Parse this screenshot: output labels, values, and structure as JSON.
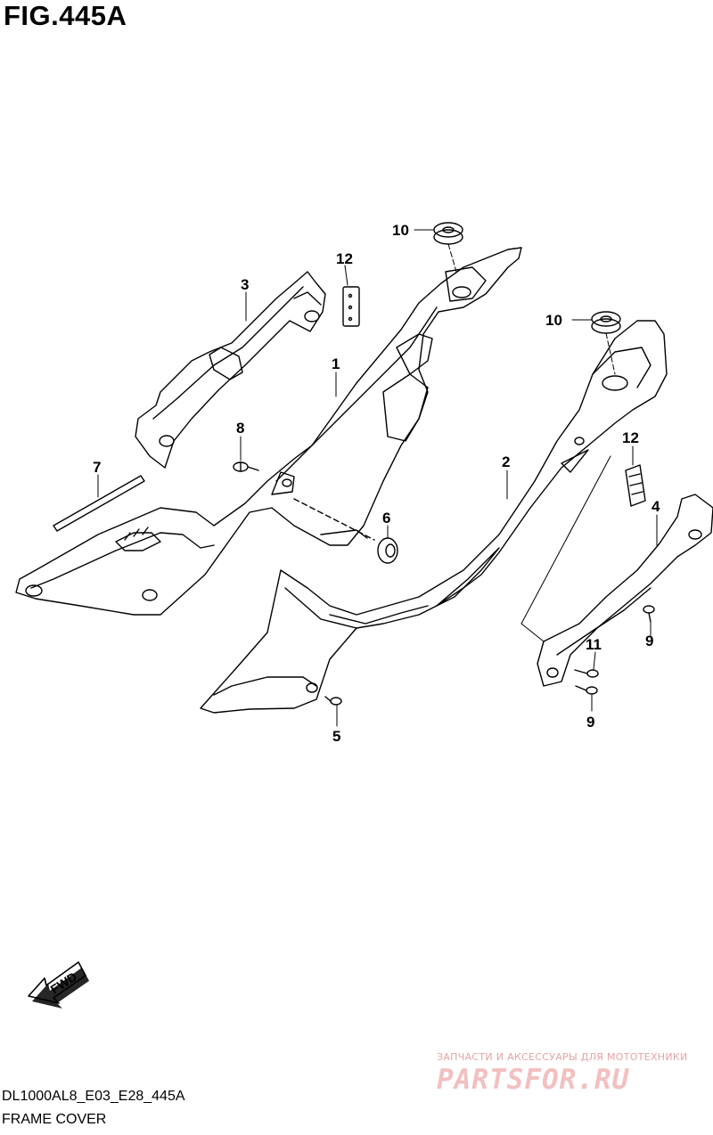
{
  "figure": {
    "title": "FIG.445A",
    "code": "DL1000AL8_E03_E28_445A",
    "description": "FRAME COVER"
  },
  "callouts": [
    {
      "id": "c1",
      "label": "1"
    },
    {
      "id": "c2",
      "label": "2"
    },
    {
      "id": "c3",
      "label": "3"
    },
    {
      "id": "c4",
      "label": "4"
    },
    {
      "id": "c5",
      "label": "5"
    },
    {
      "id": "c6",
      "label": "6"
    },
    {
      "id": "c7",
      "label": "7"
    },
    {
      "id": "c8",
      "label": "8"
    },
    {
      "id": "c9a",
      "label": "9"
    },
    {
      "id": "c9b",
      "label": "9"
    },
    {
      "id": "c10a",
      "label": "10"
    },
    {
      "id": "c10b",
      "label": "10"
    },
    {
      "id": "c11",
      "label": "11"
    },
    {
      "id": "c12a",
      "label": "12"
    },
    {
      "id": "c12b",
      "label": "12"
    }
  ],
  "fwd_badge": {
    "label": "FWD"
  },
  "watermark": {
    "line1": "ЗАПЧАСТИ И АКСЕССУАРЫ ДЛЯ МОТОТЕХНИКИ",
    "line2": "PARTSFOR.RU"
  },
  "colors": {
    "line": "#000000",
    "background": "#ffffff",
    "watermark": "#e8a0a0"
  }
}
